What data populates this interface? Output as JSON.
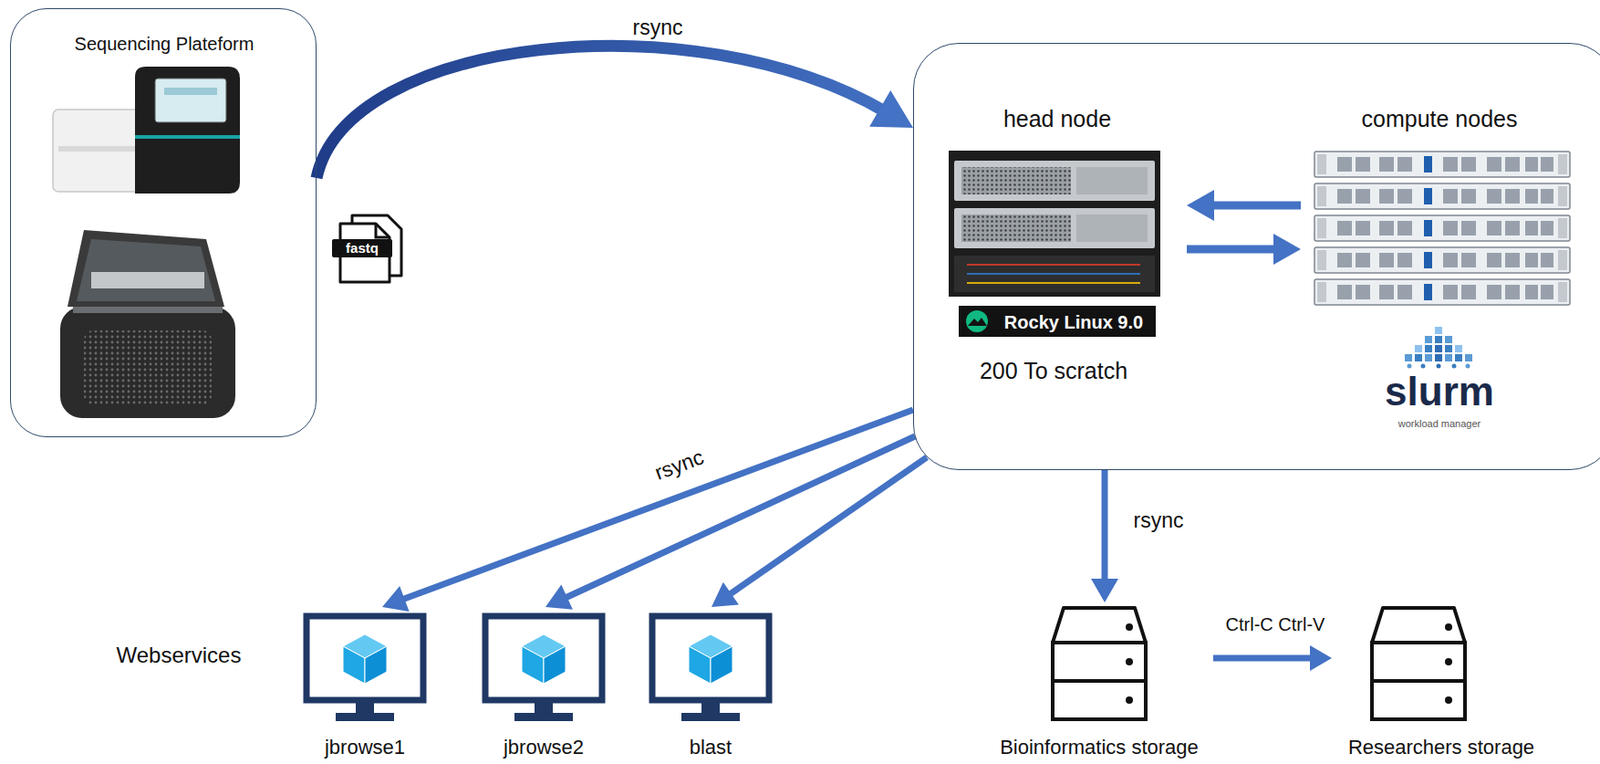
{
  "diagram": {
    "nodes": [
      {
        "text": [
          "Sequencing Plateform"
        ]
      },
      {
        "text": []
      },
      {
        "text": [
          "head node",
          "Rocky Linux 9.0",
          "200 To scratch"
        ],
        "in": 1
      },
      {
        "text": [
          "compute nodes",
          "slurm",
          "workload manager"
        ],
        "in": 1
      },
      {
        "text": [
          "jbrowse1"
        ]
      },
      {
        "text": [
          "jbrowse2"
        ]
      },
      {
        "text": [
          "blast"
        ]
      },
      {
        "text": [
          "Bioinformatics storage"
        ]
      },
      {
        "text": [
          "Researchers storage"
        ]
      }
    ],
    "edges": [
      {
        "from": 0,
        "to": 1,
        "label": "rsync",
        "arrow": "to"
      },
      {
        "from": 3,
        "to": 2,
        "arrow": "to"
      },
      {
        "from": 2,
        "to": 3,
        "arrow": "to"
      },
      {
        "from": 1,
        "to": 4,
        "label": "rsync",
        "arrow": "to"
      },
      {
        "from": 1,
        "to": 5,
        "arrow": "to"
      },
      {
        "from": 1,
        "to": 6,
        "arrow": "to"
      },
      {
        "from": 1,
        "to": 7,
        "label": "rsync",
        "arrow": "to"
      },
      {
        "from": 7,
        "to": 8,
        "label": "Ctrl-C Ctrl-V",
        "arrow": "to"
      }
    ],
    "labels": [
      "fastq",
      "Webservices"
    ]
  }
}
